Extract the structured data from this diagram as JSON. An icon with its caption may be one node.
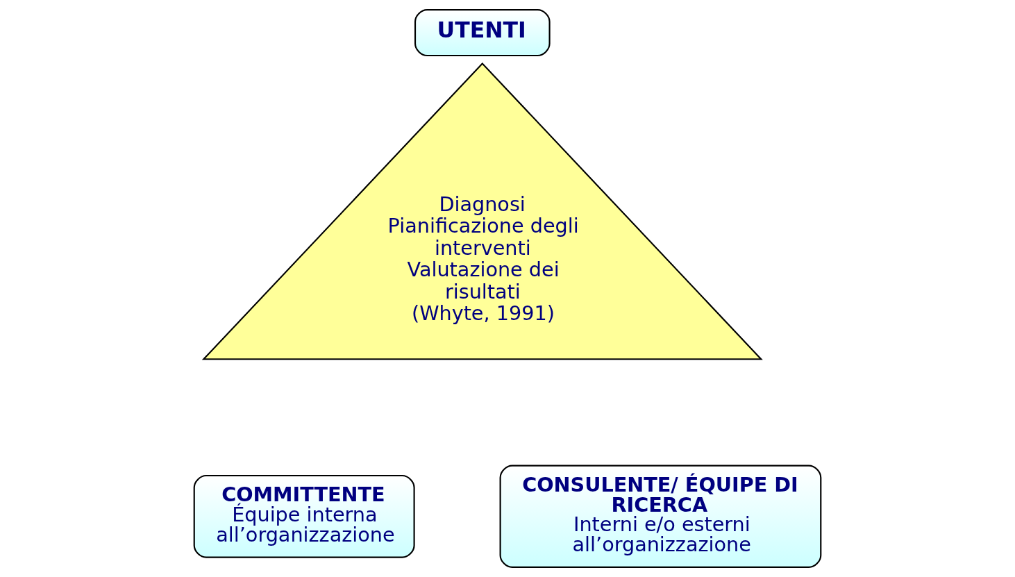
{
  "diagram": {
    "nodes": [
      {
        "text": [
          "UTENTI"
        ]
      },
      {
        "text": [
          "Diagnosi",
          "Pianificazione degli interventi",
          "Valutazione dei risultati",
          "(Whyte, 1991)"
        ]
      },
      {
        "text": [
          "COMMITTENTE",
          "Équipe interna all’organizzazione"
        ]
      },
      {
        "text": [
          "CONSULENTE/ ÉQUIPE DI RICERCA",
          "Interni e/o esterni all’organizzazione"
        ]
      }
    ]
  }
}
